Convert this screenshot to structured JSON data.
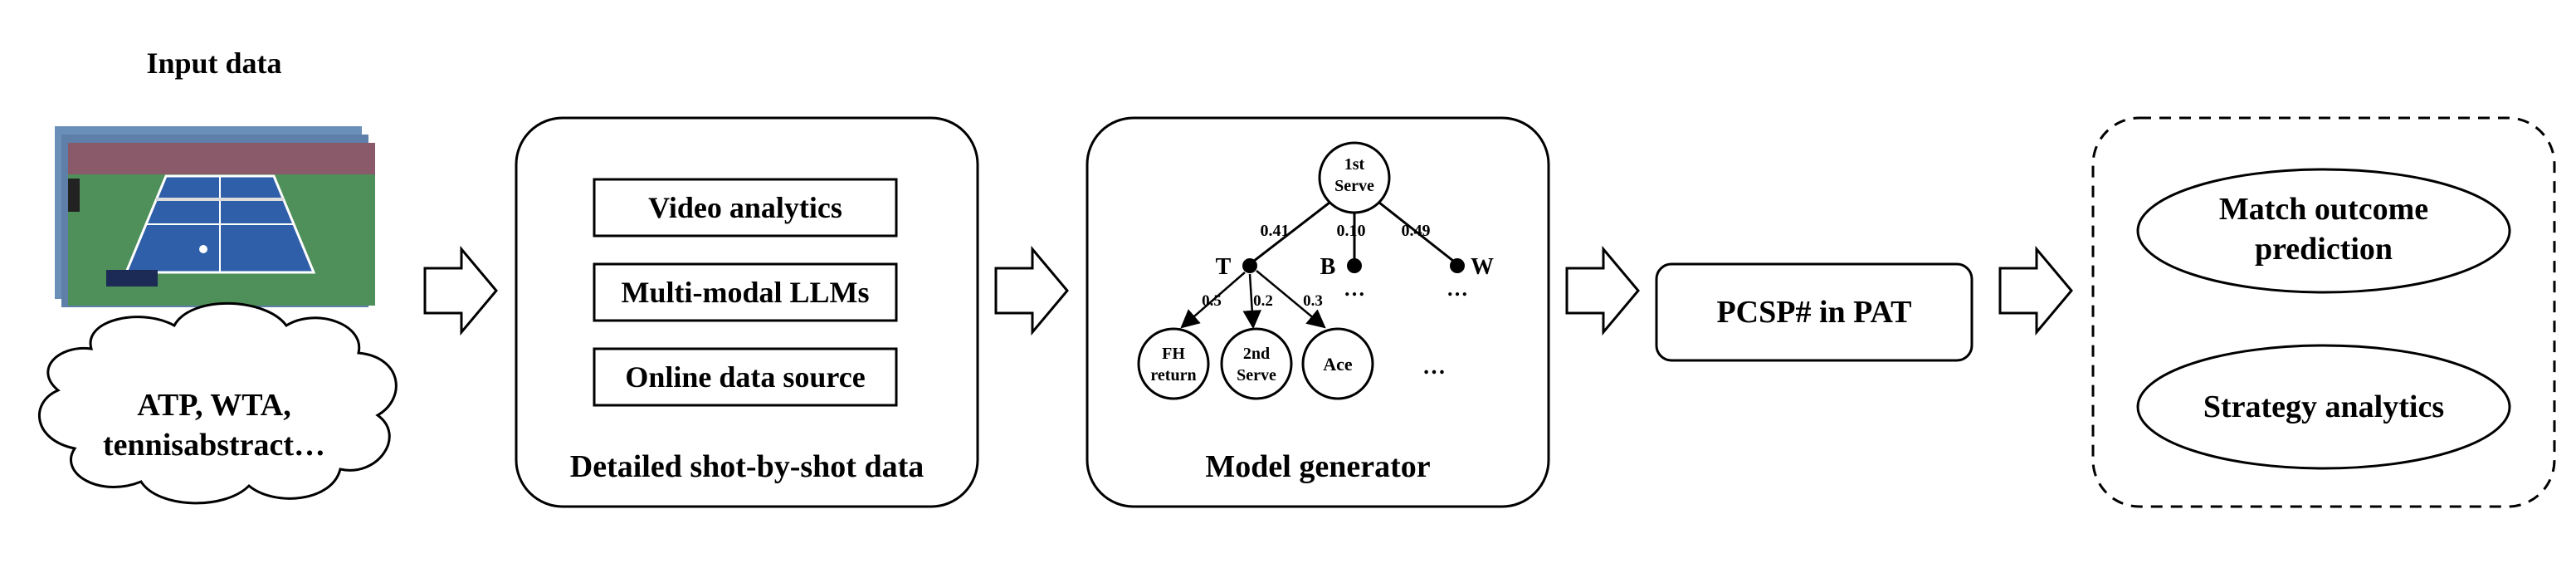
{
  "input": {
    "title": "Input data",
    "cloud_lines": [
      "ATP, WTA,",
      "tennisabstract…"
    ]
  },
  "shot_data": {
    "items": [
      "Video analytics",
      "Multi-modal LLMs",
      "Online data source"
    ],
    "caption": "Detailed shot-by-shot data"
  },
  "model": {
    "caption": "Model generator",
    "root": [
      "1st",
      "Serve"
    ],
    "branch_labels": [
      "T",
      "B",
      "W"
    ],
    "branch_probs": [
      "0.41",
      "0.10",
      "0.49"
    ],
    "sub_probs": [
      "0.5",
      "0.2",
      "0.3"
    ],
    "leaf_nodes": [
      [
        "FH",
        "return"
      ],
      [
        "2nd",
        "Serve"
      ],
      [
        "Ace"
      ]
    ],
    "ellipsis": "…"
  },
  "pcsp": {
    "label": "PCSP# in PAT"
  },
  "output": {
    "match_lines": [
      "Match outcome",
      "prediction"
    ],
    "strategy": "Strategy analytics"
  },
  "colors": {
    "court_green": "#4f8f5a",
    "court_blue": "#2f5fa8",
    "crowd": "#8a5a6a",
    "scoreboard": "#1b2b55"
  }
}
